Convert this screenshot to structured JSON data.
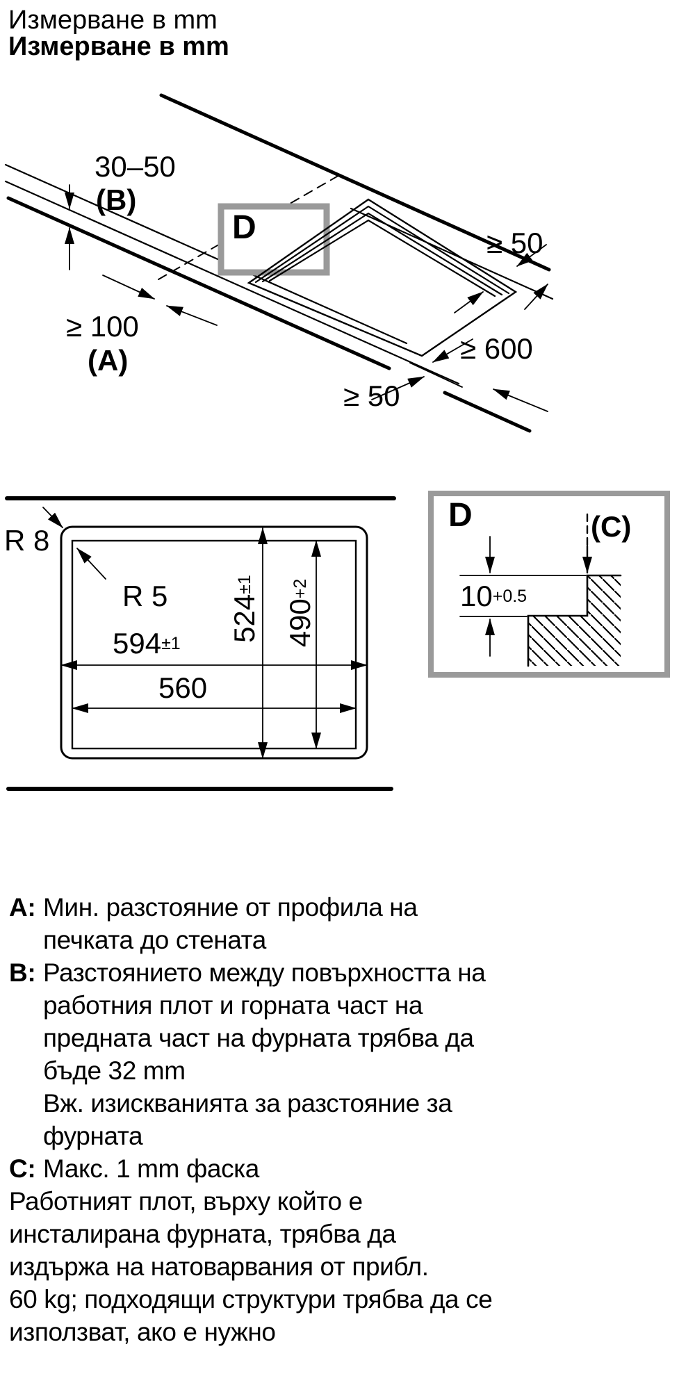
{
  "title": {
    "line1": "Измерване в mm",
    "line2": "Измерване в mm"
  },
  "colors": {
    "ink": "#000000",
    "detail_box_gray": "#9a9a9a",
    "background": "#ffffff"
  },
  "perspective": {
    "thickness_value": "30–50",
    "thickness_key": "(B)",
    "side_value": "≥ 100",
    "side_key": "(A)",
    "rear_clearance": "≥ 50",
    "depth_clearance": "≥ 600",
    "front_clearance": "≥ 50",
    "detail_label": "D"
  },
  "cutout_plan": {
    "outer_radius": "R 8",
    "inner_radius": "R 5",
    "outer_width": "594",
    "outer_width_tol": "±1",
    "inner_width": "560",
    "outer_depth": "524",
    "outer_depth_tol": "±1",
    "inner_depth": "490",
    "inner_depth_tol": "+2"
  },
  "detail_d": {
    "label": "D",
    "chamfer_key": "(C)",
    "step_value": "10",
    "step_tol": "+0.5"
  },
  "notes": {
    "rows": [
      {
        "label": "A:",
        "text": "Мин. разстояние от профила на"
      },
      {
        "label": "",
        "text": "печката до стената"
      },
      {
        "label": "B:",
        "text": "Разстоянието между повърхността на"
      },
      {
        "label": "",
        "text": "работния плот и горната част на"
      },
      {
        "label": "",
        "text": "предната част на фурната трябва да"
      },
      {
        "label": "",
        "text": "бъде 32 mm"
      },
      {
        "label": "",
        "text": "Вж. изискванията за разстояние за"
      },
      {
        "label": "",
        "text": "фурната"
      },
      {
        "label": "C:",
        "text": "Макс. 1 mm фаска"
      },
      {
        "label": "",
        "text": "Работният плот, върху който е"
      },
      {
        "label": "",
        "text": "инсталирана фурната, трябва да"
      },
      {
        "label": "",
        "text": "издържа на натоварвания от прибл."
      },
      {
        "label": "",
        "text": "60 kg; подходящи структури трябва да се"
      },
      {
        "label": "",
        "text": "използват, ако е нужно"
      }
    ]
  }
}
